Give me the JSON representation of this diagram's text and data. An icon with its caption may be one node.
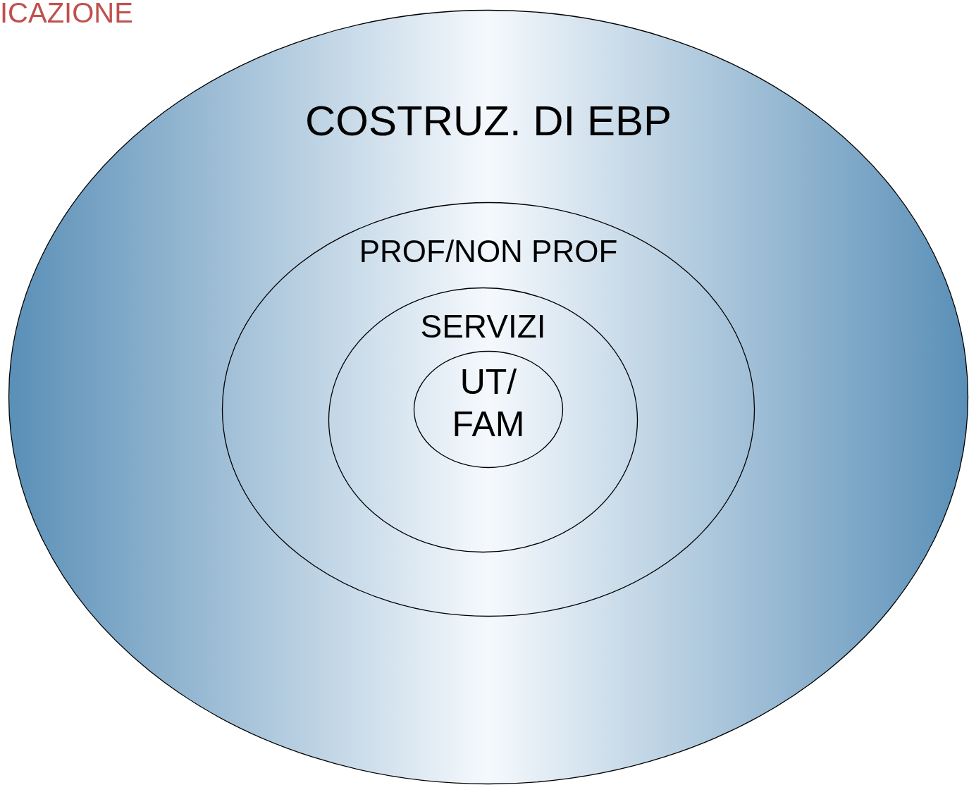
{
  "diagram": {
    "nodes": [
      {
        "text": [
          "COSTRUZ. DI EBP"
        ]
      },
      {
        "text": [
          "PROF/NON PROF"
        ],
        "in": 0
      },
      {
        "text": [
          "SERVIZI"
        ],
        "in": 1
      },
      {
        "text": [
          "UT/ FAM"
        ],
        "in": 2
      }
    ],
    "labels": [
      "ICAZIONE"
    ]
  }
}
